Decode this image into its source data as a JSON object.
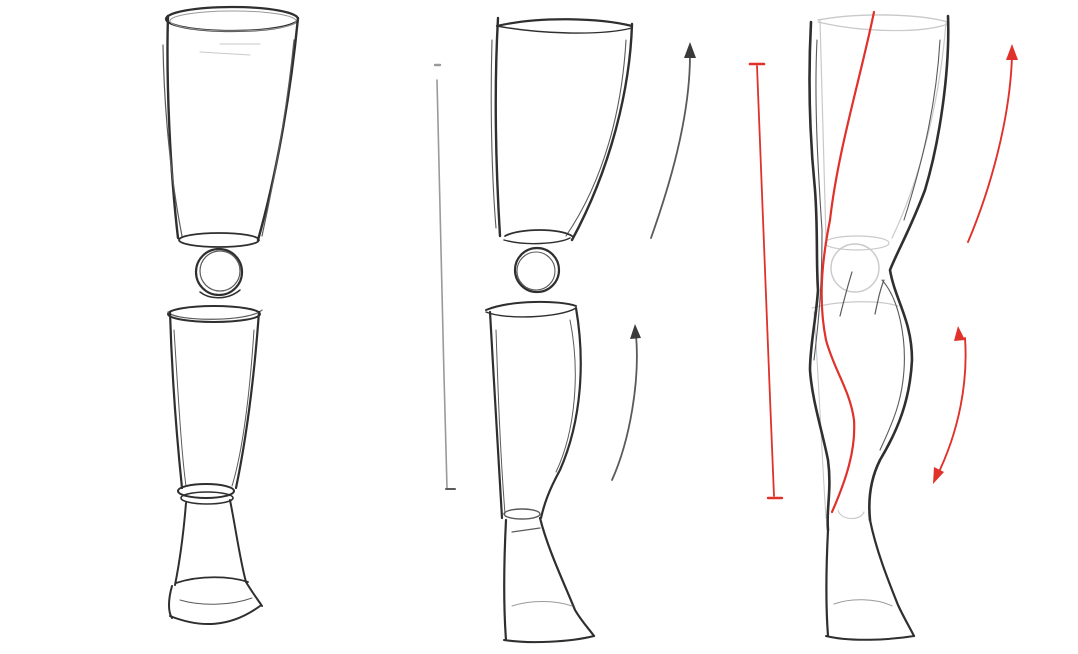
{
  "colors": {
    "background": "#ffffff",
    "ink_dark": "#2f2f2f",
    "ink_mid": "#5a5a5a",
    "ink_light": "#9a9a9a",
    "ink_faint": "#c9c9c9",
    "accent_red": "#e0312b"
  },
  "panels": [
    {
      "id": "basic-forms",
      "shapes": [
        "thigh-cylinder",
        "knee-sphere",
        "shin-cylinder",
        "ankle-ring",
        "foot-block"
      ]
    },
    {
      "id": "curved-forms",
      "shapes": [
        "thigh-cylinder",
        "knee-sphere",
        "shin-cylinder",
        "foot-block",
        "length-guide",
        "thigh-curve-arrow",
        "shin-curve-arrow"
      ]
    },
    {
      "id": "final-contour",
      "shapes": [
        "leg-contour",
        "red-rhythm-line",
        "red-length-guide",
        "red-thigh-arrow",
        "red-shin-arrow"
      ]
    }
  ]
}
